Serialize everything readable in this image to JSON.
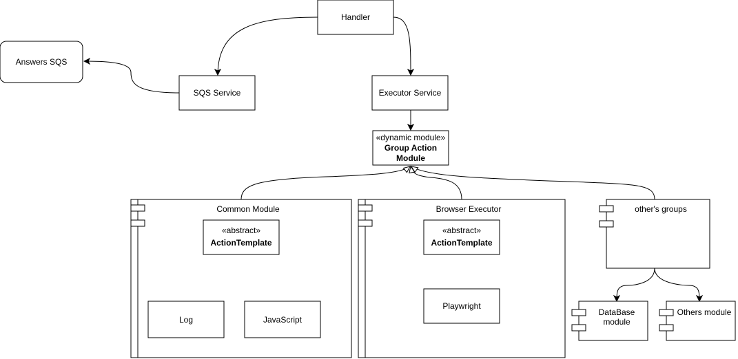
{
  "nodes": {
    "handler": "Handler",
    "answers_sqs": "Answers SQS",
    "sqs_service": "SQS Service",
    "executor_service": "Executor Service",
    "group_action_module": {
      "stereotype": "«dynamic module»",
      "title_line1": "Group Action",
      "title_line2": "Module"
    },
    "common_module": {
      "title": "Common Module",
      "abstract": {
        "stereotype": "«abstract»",
        "name": "ActionTemplate"
      },
      "log": "Log",
      "javascript": "JavaScript"
    },
    "browser_executor": {
      "title": "Browser Executor",
      "abstract": {
        "stereotype": "«abstract»",
        "name": "ActionTemplate"
      },
      "playwright": "Playwright"
    },
    "others_groups": "other's groups",
    "database_module": {
      "line1": "DataBase",
      "line2": "module"
    },
    "others_module": "Others module"
  },
  "colors": {
    "stroke": "#000000",
    "fill": "#ffffff"
  }
}
